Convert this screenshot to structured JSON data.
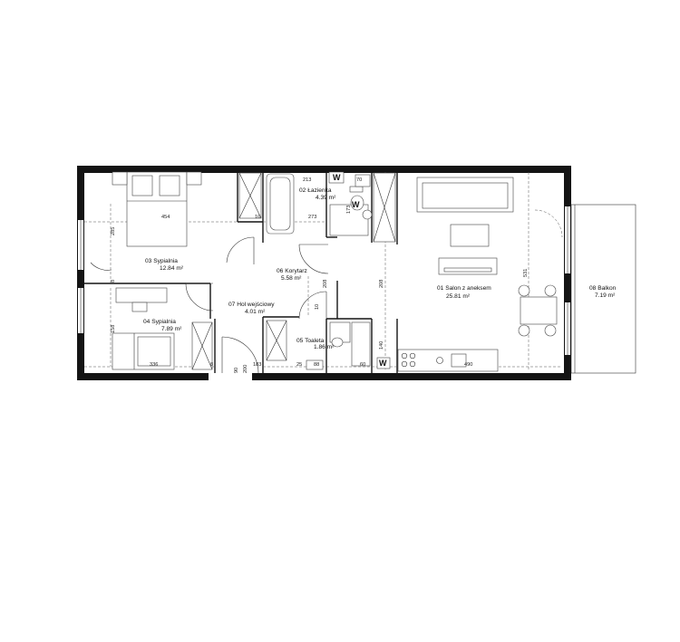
{
  "rooms": [
    {
      "number": "01",
      "name": "Salon z aneksem",
      "area": "25.81 m²"
    },
    {
      "number": "02",
      "name": "Łazienka",
      "area": "4.39 m²"
    },
    {
      "number": "03",
      "name": "Sypialnia",
      "area": "12.84 m²"
    },
    {
      "number": "04",
      "name": "Sypialnia",
      "area": "7.89 m²"
    },
    {
      "number": "05",
      "name": "Toaleta",
      "area": "1.86 m²"
    },
    {
      "number": "06",
      "name": "Korytarz",
      "area": "5.58 m²"
    },
    {
      "number": "07",
      "name": "Hol wejściowy",
      "area": "4.01 m²"
    },
    {
      "number": "08",
      "name": "Balkon",
      "area": "7.19 m²"
    }
  ],
  "dimensions": {
    "d454": "454",
    "d285": "285",
    "d8a": "8",
    "d10a": "10",
    "d273": "273",
    "d213": "213",
    "d70": "70",
    "d173": "173",
    "d208a": "208",
    "d208b": "208",
    "d10b": "10",
    "d531": "531",
    "d158": "158",
    "d336": "336",
    "d8b": "8",
    "d90": "90",
    "d200": "200",
    "d183": "183",
    "d25": "25",
    "d88": "88",
    "d140": "140",
    "d60": "60",
    "d490": "490"
  },
  "markers": {
    "washer_top": "W",
    "washer_bottom": "W",
    "washer_dryer": "W"
  }
}
